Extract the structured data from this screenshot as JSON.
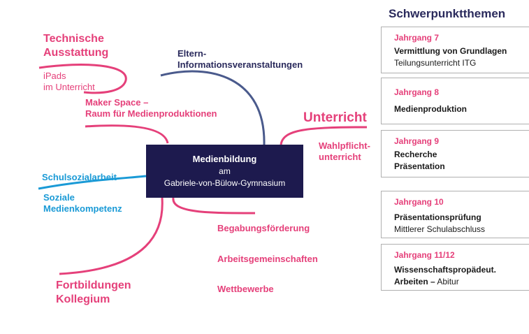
{
  "center": {
    "title": "Medienbildung",
    "line2": "am",
    "line3": "Gabriele-von-Bülow-Gymnasium"
  },
  "branches": {
    "technische_1": "Technische",
    "technische_2": "Ausstattung",
    "ipads_1": "iPads",
    "ipads_2": "im Unterricht",
    "maker_1": "Maker Space  –",
    "maker_2": "Raum für Medienproduktionen",
    "eltern_1": "Eltern-",
    "eltern_2": "Informationsveranstaltungen",
    "unterricht": "Unterricht",
    "wahl_1": "Wahlpflicht-",
    "wahl_2": "unterricht",
    "schulsozial": "Schulsozialarbeit",
    "soziale_1": "Soziale",
    "soziale_2": "Medienkompetenz",
    "begabung": "Begabungsförderung",
    "ags": "Arbeitsgemeinschaften",
    "wettbewerbe": "Wettbewerbe",
    "fortbildung_1": "Fortbildungen",
    "fortbildung_2": "Kollegium"
  },
  "panel": {
    "title": "Schwerpunktthemen",
    "cards": [
      {
        "year": "Jahrgang 7",
        "lines": [
          "Vermittlung von Grundlagen",
          "Teilungsunterricht ITG"
        ]
      },
      {
        "year": "Jahrgang 8",
        "lines": [
          "Medienproduktion"
        ]
      },
      {
        "year": "Jahrgang 9",
        "lines": [
          "Recherche",
          "Präsentation"
        ]
      },
      {
        "year": "Jahrgang 10",
        "lines": [
          "Präsentationsprüfung",
          "Mittlerer Schulabschluss"
        ]
      },
      {
        "year": "Jahrgang 11/12",
        "lines": [
          "Wissenschaftspropädeut.",
          "Arbeiten – Abitur"
        ]
      }
    ]
  },
  "colors": {
    "pink": "#e5407a",
    "blue": "#1a9ad6",
    "navy": "#2a2a5c",
    "center_bg": "#1d1a4e",
    "eltern_line": "#4a5a8c"
  }
}
